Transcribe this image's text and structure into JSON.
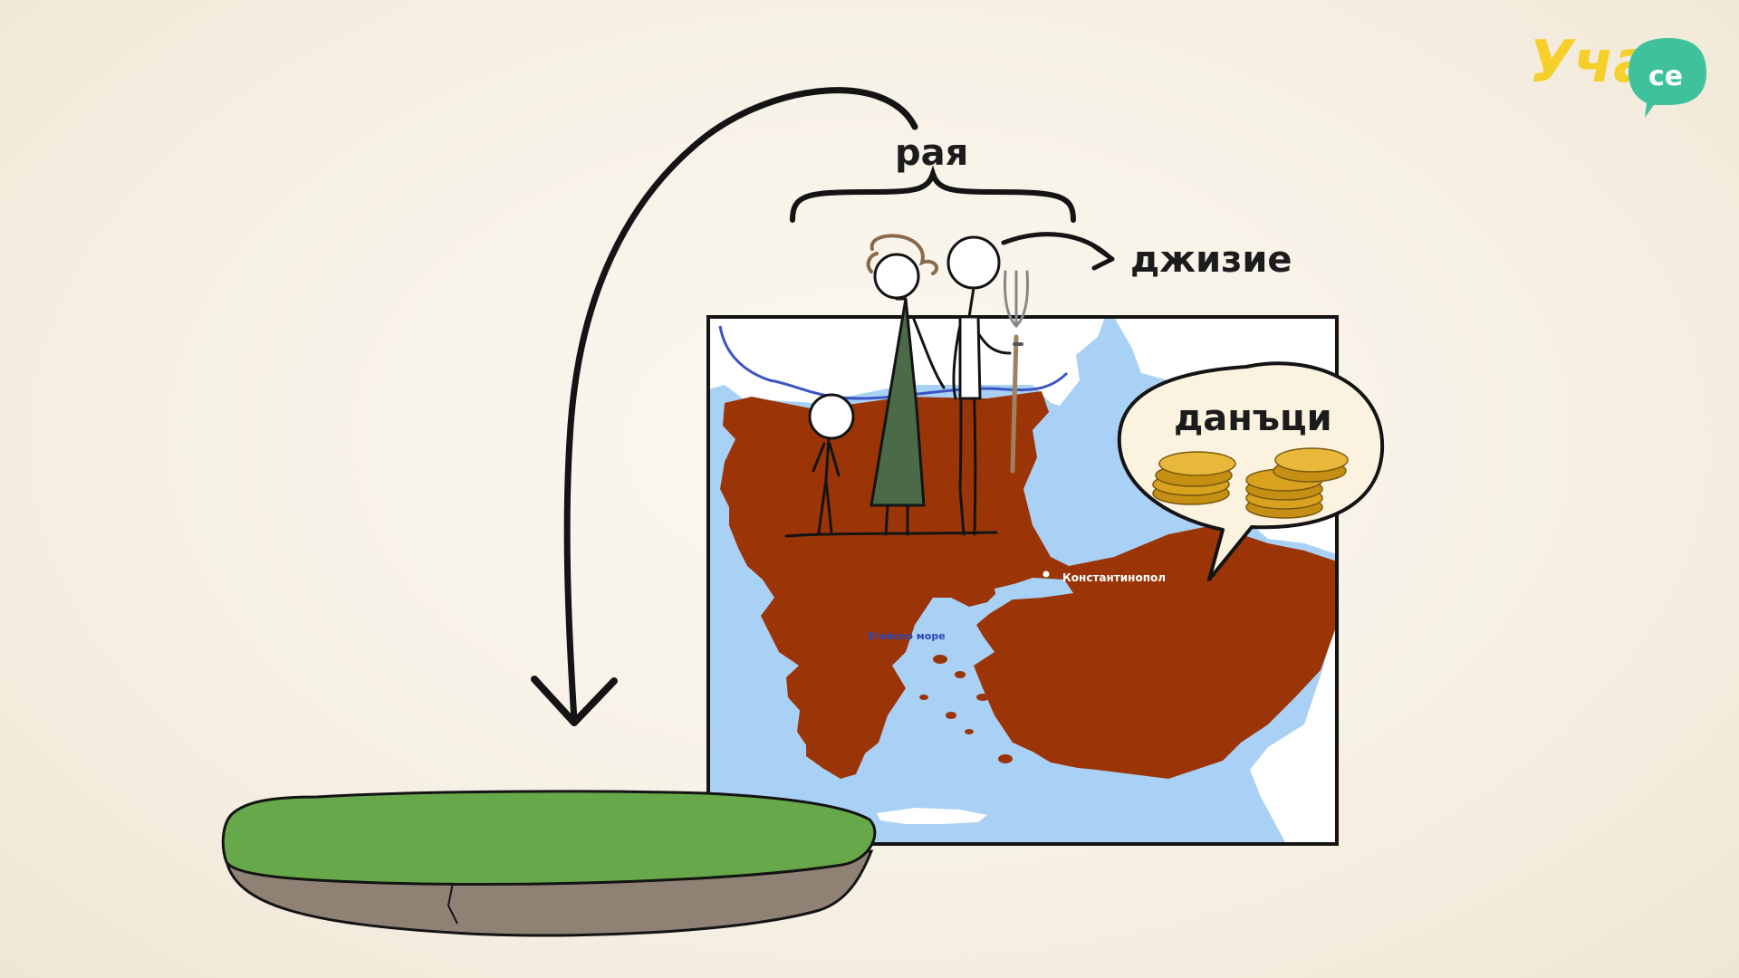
{
  "logo": {
    "text": "Уча",
    "suffix": "се"
  },
  "labels": {
    "raya": "рая",
    "dzhizie": "джизие",
    "dantsi": "данъци",
    "konstantinopol": "Константинопол",
    "egeysko_more": "Егейско море"
  },
  "colors": {
    "background": "#f7f2e8",
    "sea": "#a9d0f5",
    "land_empire": "#9b3508",
    "land_other": "#ffffff",
    "grass": "#66a84a",
    "soil": "#8f8275",
    "dress": "#4a6a48",
    "coin": "#d9a21e",
    "logo_yellow": "#f5cf2a",
    "logo_green": "#3fc29b"
  }
}
